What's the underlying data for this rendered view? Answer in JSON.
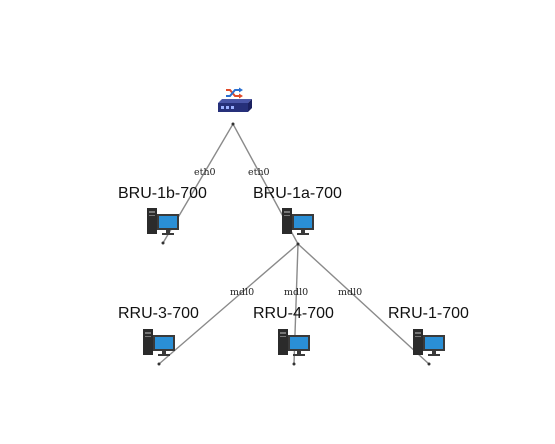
{
  "switch": {
    "icon": "network-switch-icon"
  },
  "nodes": [
    {
      "id": "bru1b",
      "label": "BRU-1b-700",
      "icon": "computer-icon"
    },
    {
      "id": "bru1a",
      "label": "BRU-1a-700",
      "icon": "computer-icon"
    },
    {
      "id": "rru3",
      "label": "RRU-3-700",
      "icon": "computer-icon"
    },
    {
      "id": "rru4",
      "label": "RRU-4-700",
      "icon": "computer-icon"
    },
    {
      "id": "rru1",
      "label": "RRU-1-700",
      "icon": "computer-icon"
    }
  ],
  "links": [
    {
      "from": "switch",
      "to": "bru1b",
      "interface": "eth0"
    },
    {
      "from": "switch",
      "to": "bru1a",
      "interface": "eth0"
    },
    {
      "from": "bru1a",
      "to": "rru3",
      "interface": "mdl0"
    },
    {
      "from": "bru1a",
      "to": "rru4",
      "interface": "mdl0"
    },
    {
      "from": "bru1a",
      "to": "rru1",
      "interface": "mdl0"
    }
  ],
  "colors": {
    "link": "#8a8a8a",
    "switch_body": "#26307a",
    "switch_arrows": "#e04a2a",
    "monitor_screen": "#2a8fd6",
    "tower": "#2b2b2b"
  }
}
